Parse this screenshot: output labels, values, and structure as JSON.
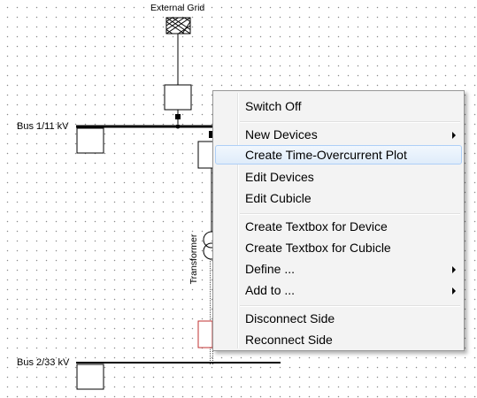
{
  "diagram": {
    "external_grid_label": "External Grid",
    "bus1_label": "Bus 1/11 kV",
    "bus2_label": "Bus 2/33 kV",
    "transformer_label": "Transformer"
  },
  "context_menu": {
    "items": [
      {
        "label": "Switch Off",
        "submenu": false
      },
      {
        "label": "New Devices",
        "submenu": true
      },
      {
        "label": "Create Time-Overcurrent Plot",
        "submenu": false,
        "highlighted": true
      },
      {
        "label": "Edit Devices",
        "submenu": false
      },
      {
        "label": "Edit Cubicle",
        "submenu": false
      },
      {
        "label": "Create Textbox for Device",
        "submenu": false
      },
      {
        "label": "Create Textbox for Cubicle",
        "submenu": false
      },
      {
        "label": "Define ...",
        "submenu": true
      },
      {
        "label": "Add to ...",
        "submenu": true
      },
      {
        "label": "Disconnect Side",
        "submenu": false
      },
      {
        "label": "Reconnect Side",
        "submenu": false
      }
    ]
  }
}
